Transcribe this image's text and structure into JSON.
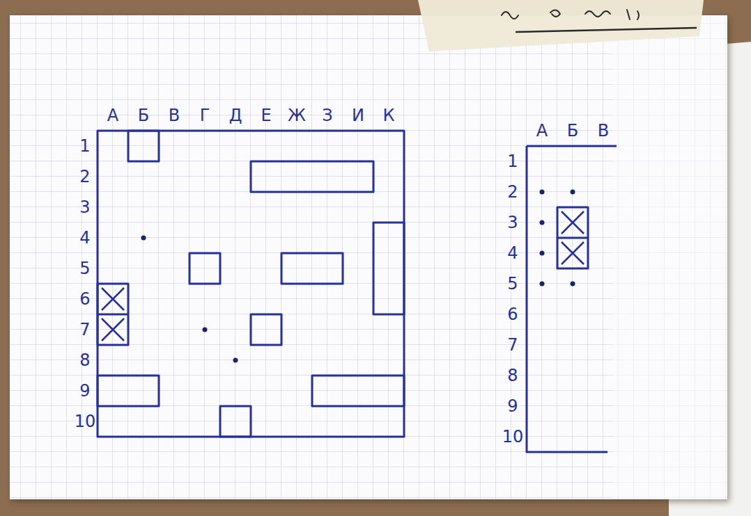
{
  "diagram": {
    "labels": [
      "А",
      "Б",
      "В",
      "Г",
      "Д",
      "Е",
      "Ж",
      "З",
      "И",
      "К",
      "1",
      "2",
      "3",
      "4",
      "5",
      "6",
      "7",
      "8",
      "9",
      "10",
      "А",
      "Б",
      "В",
      "1",
      "2",
      "3",
      "4",
      "5",
      "6",
      "7",
      "8",
      "9",
      "10"
    ]
  }
}
